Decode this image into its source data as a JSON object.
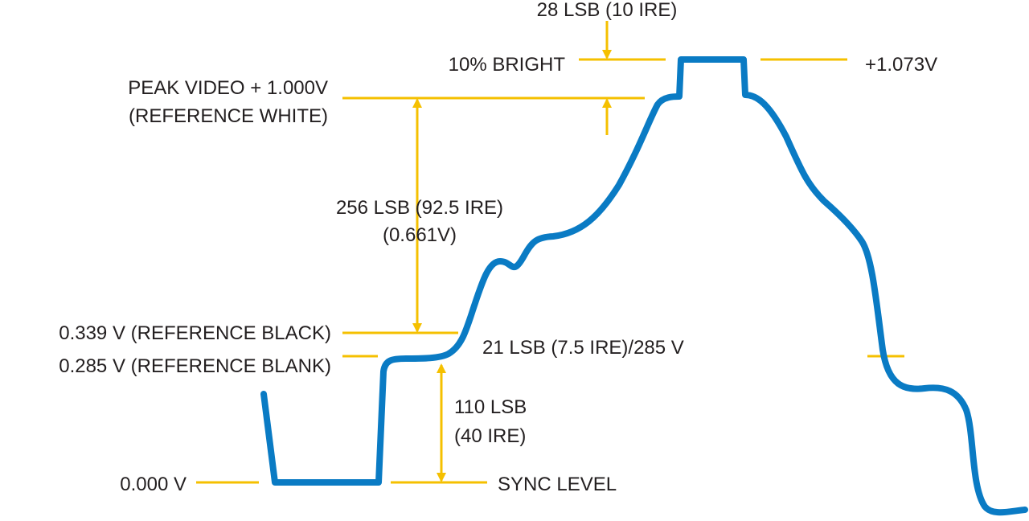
{
  "labels": {
    "lsb28": "28 LSB (10 IRE)",
    "bright": "10% BRIGHT",
    "v1073": "+1.073V",
    "peak_line1": "PEAK VIDEO + 1.000V",
    "peak_line2": "(REFERENCE WHITE)",
    "lsb256_line1": "256 LSB (92.5 IRE)",
    "lsb256_line2": "(0.661V)",
    "ref_black": "0.339 V (REFERENCE BLACK)",
    "ref_blank": "0.285 V (REFERENCE BLANK)",
    "lsb21": "21 LSB (7.5 IRE)/285 V",
    "lsb110_line1": "110 LSB",
    "lsb110_line2": "(40 IRE)",
    "zero": "0.000 V",
    "sync": "SYNC LEVEL"
  },
  "colors": {
    "waveform": "#0a7bc4",
    "annotation": "#f5c000",
    "text": "#231f20"
  }
}
